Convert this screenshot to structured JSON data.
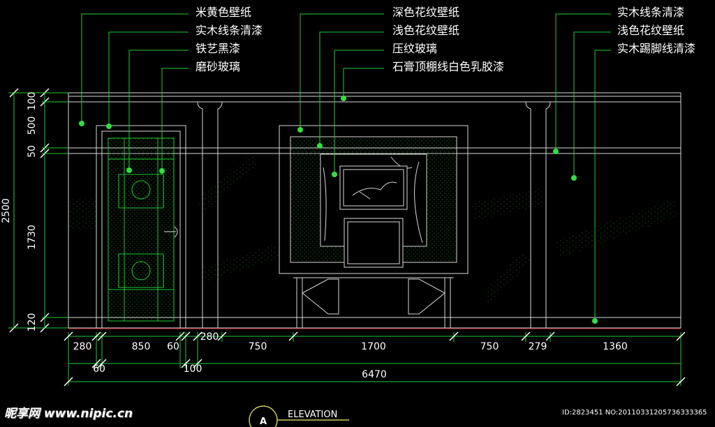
{
  "labels_left": [
    "米黄色壁纸",
    "实木线条清漆",
    "铁艺黑漆",
    "磨砂玻璃"
  ],
  "labels_center": [
    "深色花纹壁纸",
    "浅色花纹壁纸",
    "压纹玻璃",
    "石膏顶棚线白色乳胶漆"
  ],
  "labels_right": [
    "实木线条清漆",
    "浅色花纹壁纸",
    "实木踢脚线清漆"
  ],
  "vertical_dims": [
    "100",
    "500",
    "50",
    "1730",
    "120"
  ],
  "total_height": "2500",
  "horizontal_dims_top": [
    "280",
    "850",
    "60",
    "280",
    "750",
    "1700",
    "750",
    "279",
    "1360"
  ],
  "horizontal_dims_bottom": [
    "60",
    "100"
  ],
  "total_width": "6470",
  "elevation": {
    "marker": "A",
    "title": "ELEVATION"
  },
  "watermark": {
    "logo": "昵享网 www.nipic.cn",
    "id": "ID:2823451 NO:20110331205736333365"
  },
  "colors": {
    "background": "#000000",
    "line": "#d8d8d8",
    "leader": "#22cc33",
    "dot": "#33dd44"
  }
}
